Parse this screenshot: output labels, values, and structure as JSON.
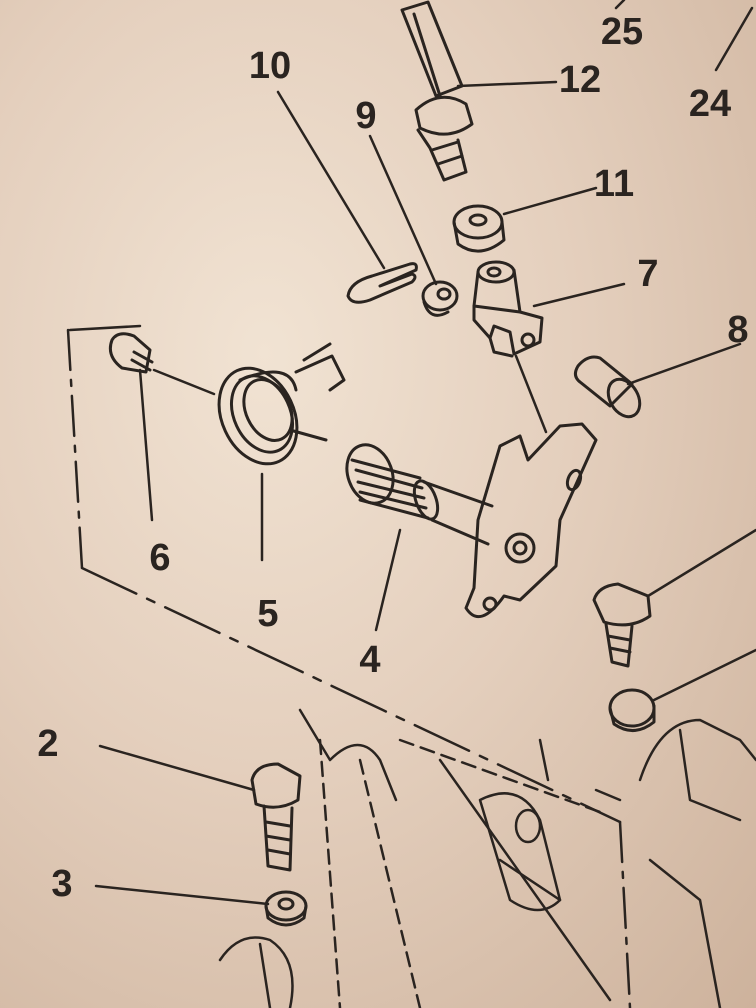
{
  "diagram": {
    "type": "exploded-parts-diagram",
    "colors": {
      "paper": "#ead8c6",
      "ink": "#2a2420"
    },
    "callouts": [
      "2",
      "3",
      "4",
      "5",
      "6",
      "7",
      "8",
      "9",
      "10",
      "11",
      "12",
      "24",
      "25"
    ]
  }
}
